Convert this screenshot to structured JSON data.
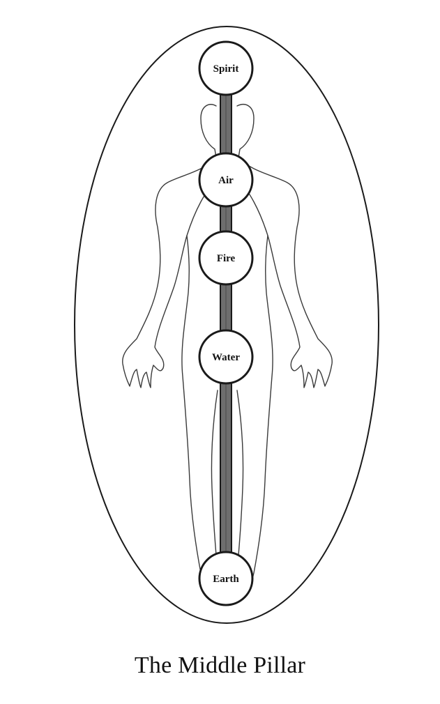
{
  "diagram": {
    "nodes": [
      {
        "id": "spirit",
        "label": "Spirit"
      },
      {
        "id": "air",
        "label": "Air"
      },
      {
        "id": "fire",
        "label": "Fire"
      },
      {
        "id": "water",
        "label": "Water"
      },
      {
        "id": "earth",
        "label": "Earth"
      }
    ]
  },
  "caption": "The Middle Pillar",
  "colors": {
    "line": "#1a1a1a",
    "pillar_fill": "#6e6e6e",
    "background": "#ffffff"
  }
}
